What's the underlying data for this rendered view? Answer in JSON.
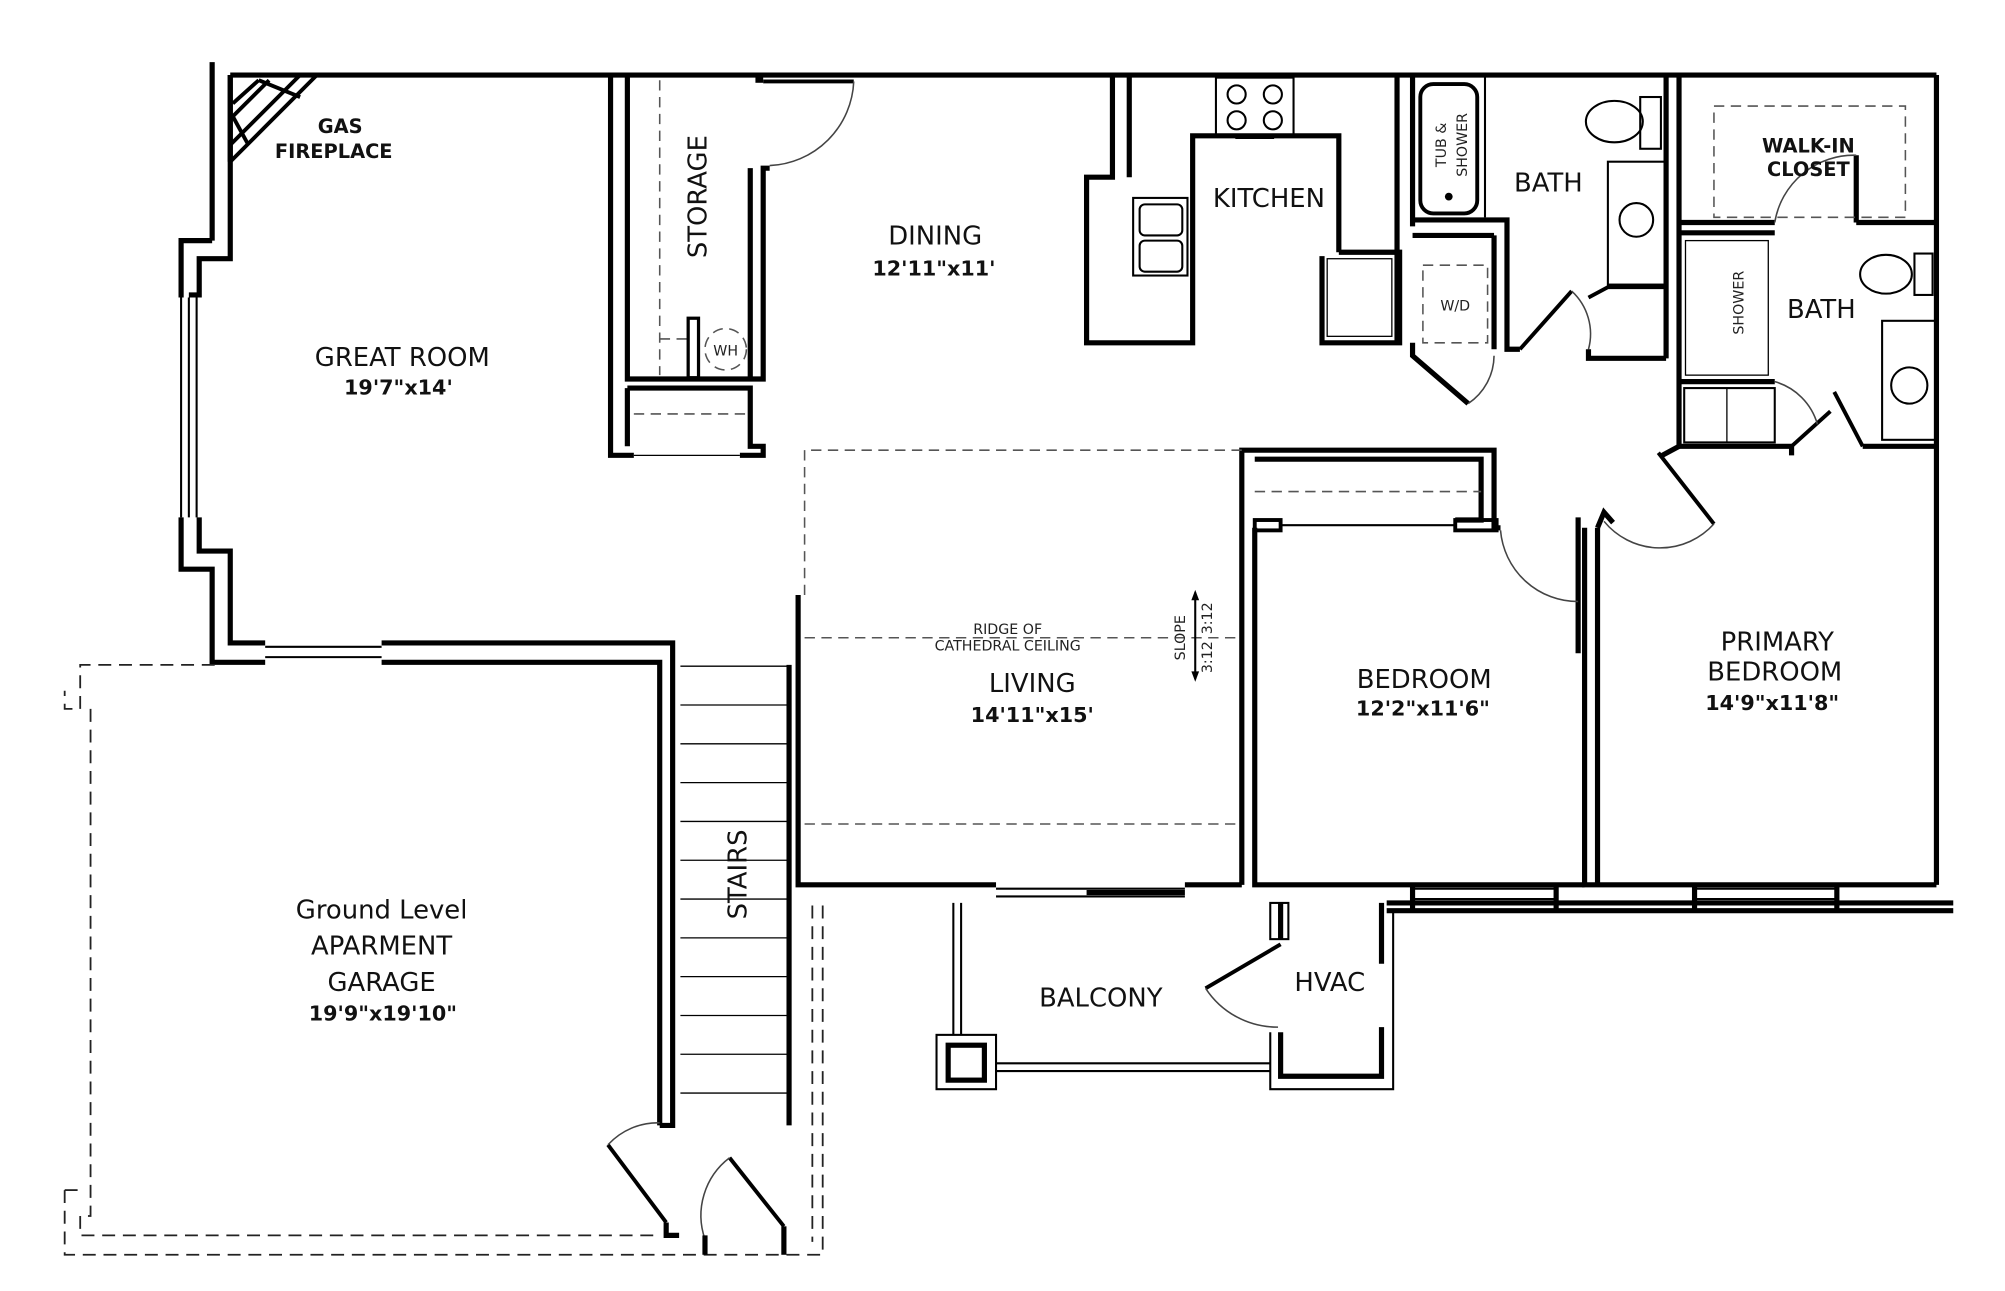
{
  "plan": {
    "rooms": [
      {
        "id": "great-room",
        "name": "GREAT ROOM",
        "dims": "19'7\"x14'"
      },
      {
        "id": "dining",
        "name": "DINING",
        "dims": "12'11\"x11'"
      },
      {
        "id": "kitchen",
        "name": "KITCHEN"
      },
      {
        "id": "storage",
        "name": "STORAGE"
      },
      {
        "id": "living",
        "name": "LIVING",
        "dims": "14'11\"x15'"
      },
      {
        "id": "bedroom",
        "name": "BEDROOM",
        "dims": "12'2\"x11'6\""
      },
      {
        "id": "primary-bedroom",
        "name_line1": "PRIMARY",
        "name_line2": "BEDROOM",
        "dims": "14'9\"x11'8\""
      },
      {
        "id": "bath-1",
        "name": "BATH"
      },
      {
        "id": "bath-2",
        "name": "BATH"
      },
      {
        "id": "walk-in-closet",
        "name_line1": "WALK-IN",
        "name_line2": "CLOSET"
      },
      {
        "id": "balcony",
        "name": "BALCONY"
      },
      {
        "id": "hvac",
        "name": "HVAC"
      },
      {
        "id": "stairs",
        "name": "STAIRS"
      },
      {
        "id": "garage",
        "name_line1": "Ground Level",
        "name_line2": "APARMENT",
        "name_line3": "GARAGE",
        "dims": "19'9\"x19'10\""
      }
    ],
    "fixtures": {
      "fireplace_line1": "GAS",
      "fireplace_line2": "FIREPLACE",
      "water_heater": "WH",
      "washer_dryer": "W/D",
      "tub_line1": "TUB &",
      "tub_line2": "SHOWER",
      "shower": "SHOWER"
    },
    "annotations": {
      "ridge_line1": "RIDGE OF",
      "ridge_line2": "CATHEDRAL CEILING",
      "slope_label": "SLOPE",
      "slope_value_1": "3:12",
      "slope_value_2": "3:12"
    }
  }
}
